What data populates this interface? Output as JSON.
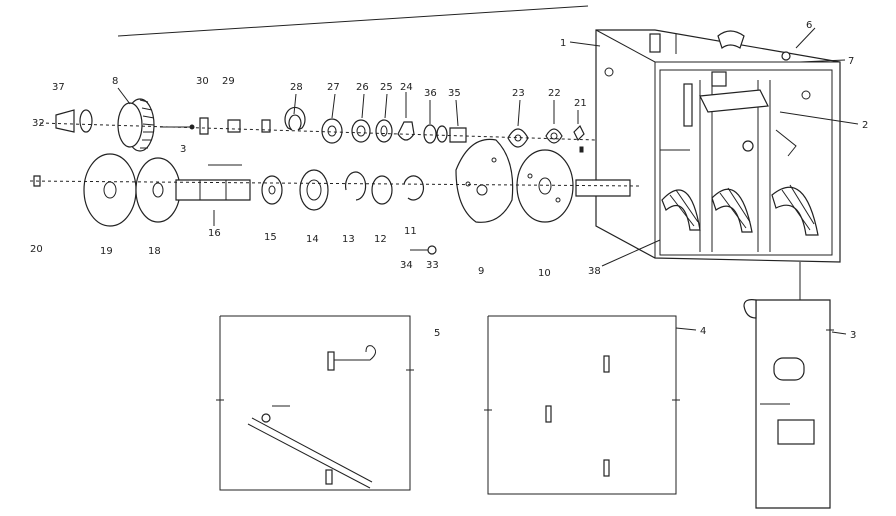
{
  "callouts": {
    "c1": "1",
    "c2": "2",
    "c3": "3",
    "c4": "4",
    "c5": "5",
    "c6": "6",
    "c7": "7",
    "c8": "8",
    "c9": "9",
    "c10": "10",
    "c11": "11",
    "c12": "12",
    "c13": "13",
    "c14": "14",
    "c15": "15",
    "c16": "16",
    "c18": "18",
    "c19": "19",
    "c20": "20",
    "c21": "21",
    "c22": "22",
    "c23": "23",
    "c24": "24",
    "c25": "25",
    "c26": "26",
    "c27": "27",
    "c28": "28",
    "c29": "29",
    "c30": "30",
    "c32": "32",
    "c33": "33",
    "c34": "34",
    "c35": "35",
    "c36": "36",
    "c37": "37",
    "c38": "38"
  }
}
